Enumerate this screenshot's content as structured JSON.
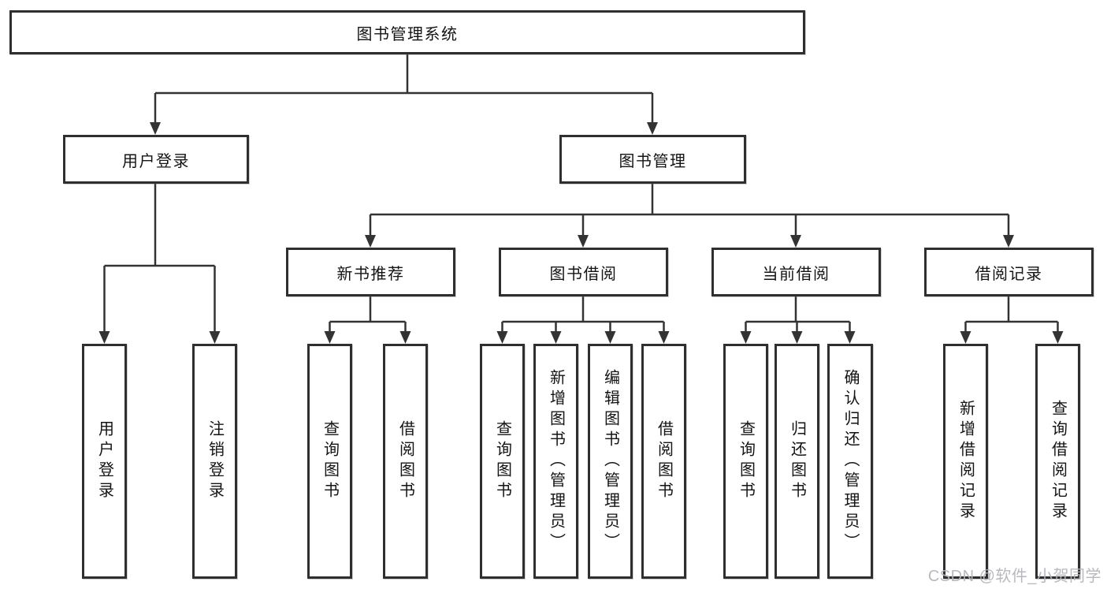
{
  "diagram": {
    "root": {
      "label": "图书管理系统"
    },
    "level2": {
      "user_login": {
        "label": "用户登录"
      },
      "book_mgmt": {
        "label": "图书管理"
      }
    },
    "level3": {
      "new_book": {
        "label": "新书推荐"
      },
      "book_borrow": {
        "label": "图书借阅"
      },
      "current_borrow": {
        "label": "当前借阅"
      },
      "borrow_record": {
        "label": "借阅记录"
      }
    },
    "leaves": {
      "user_login": {
        "label": "用户登录"
      },
      "logout": {
        "label": "注销登录"
      },
      "nb_query": {
        "label": "查询图书"
      },
      "nb_borrow": {
        "label": "借阅图书"
      },
      "bb_query": {
        "label": "查询图书"
      },
      "bb_add": {
        "label": "新增图书（管理员）"
      },
      "bb_edit": {
        "label": "编辑图书（管理员）"
      },
      "bb_borrow": {
        "label": "借阅图书"
      },
      "cb_query": {
        "label": "查询图书"
      },
      "cb_return": {
        "label": "归还图书"
      },
      "cb_confirm": {
        "label": "确认归还（管理员）"
      },
      "br_add": {
        "label": "新增借阅记录"
      },
      "br_query": {
        "label": "查询借阅记录"
      }
    }
  },
  "watermark": "CSDN @软件_小贺同学",
  "colors": {
    "line": "#333333",
    "box_border": "#2f2f2f",
    "text": "#141414",
    "watermark": "#b5b5bc",
    "background": "#ffffff"
  }
}
